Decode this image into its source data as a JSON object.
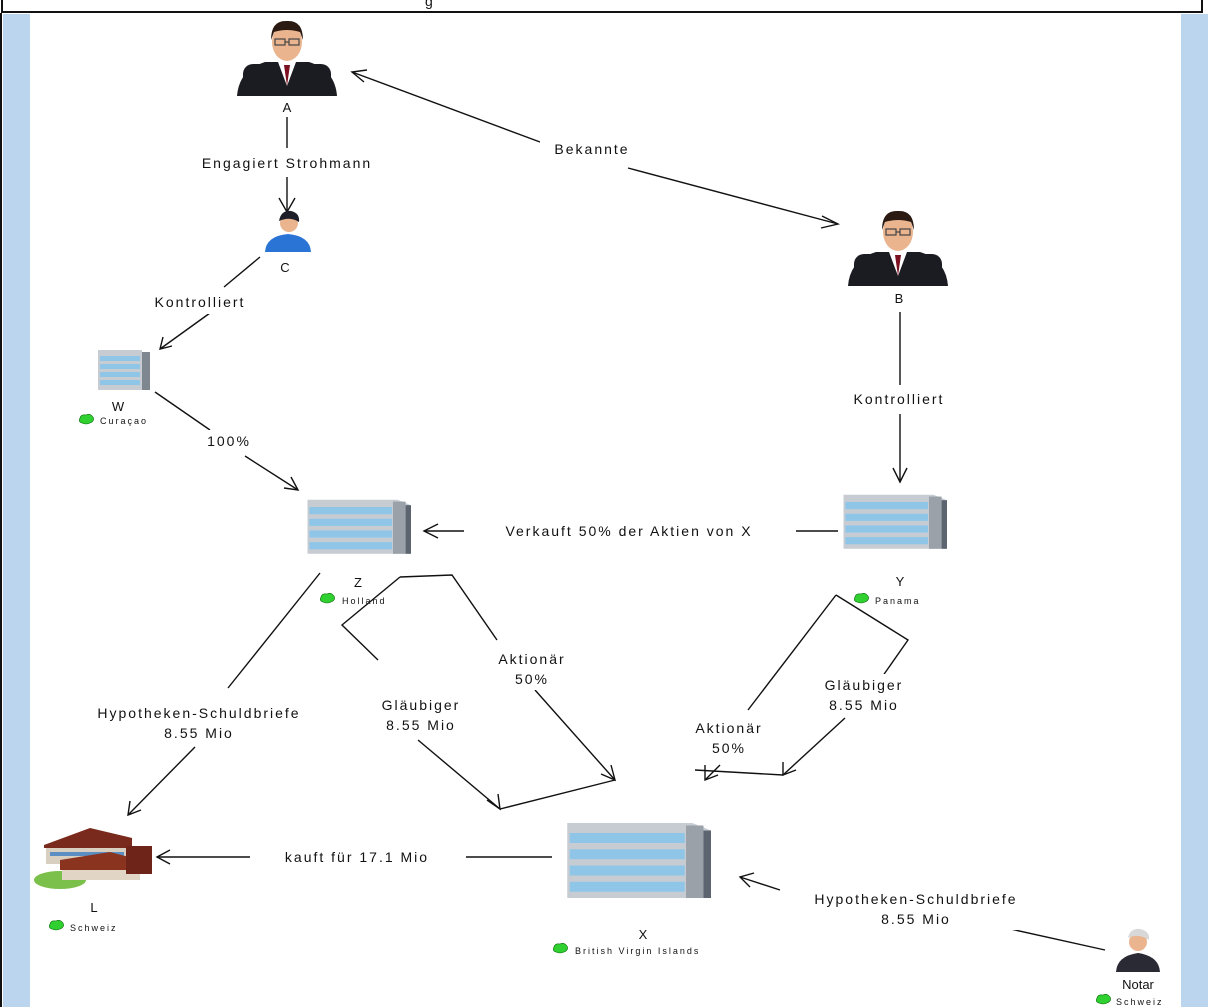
{
  "title": "g",
  "nodes": {
    "A": {
      "name": "A"
    },
    "B": {
      "name": "B"
    },
    "C": {
      "name": "C"
    },
    "W": {
      "name": "W",
      "location": "Curaçao"
    },
    "Z": {
      "name": "Z",
      "location": "Holland"
    },
    "Y": {
      "name": "Y",
      "location": "Panama"
    },
    "X": {
      "name": "X",
      "location": "British Virgin Islands"
    },
    "L": {
      "name": "L",
      "location": "Schweiz"
    },
    "Notar": {
      "name": "Notar",
      "location": "Schweiz"
    }
  },
  "edges": {
    "a_c": "Engagiert Strohmann",
    "a_b": "Bekannte",
    "c_w": "Kontrolliert",
    "b_y": "Kontrolliert",
    "w_z": "100%",
    "y_z": "Verkauft 50% der Aktien von X",
    "z_l_1": "Hypotheken-Schuldbriefe",
    "z_l_2": "8.55 Mio",
    "z_x_glaub_1": "Gläubiger",
    "z_x_glaub_2": "8.55 Mio",
    "z_x_akt_1": "Aktionär",
    "z_x_akt_2": "50%",
    "y_x_akt_1": "Aktionär",
    "y_x_akt_2": "50%",
    "y_x_glaub_1": "Gläubiger",
    "y_x_glaub_2": "8.55 Mio",
    "x_l": "kauft für 17.1 Mio",
    "notar_x_1": "Hypotheken-Schuldbriefe",
    "notar_x_2": "8.55 Mio"
  },
  "colors": {
    "side_panel": "#bcd5ee",
    "suit": "#1b1b22",
    "tie": "#7a1020",
    "skin": "#e9b48e",
    "building_glass": "#8fc6e8",
    "building_frame": "#c7ccd2",
    "location_marker": "#2fd02f",
    "shirt_blue": "#2a74d6"
  }
}
